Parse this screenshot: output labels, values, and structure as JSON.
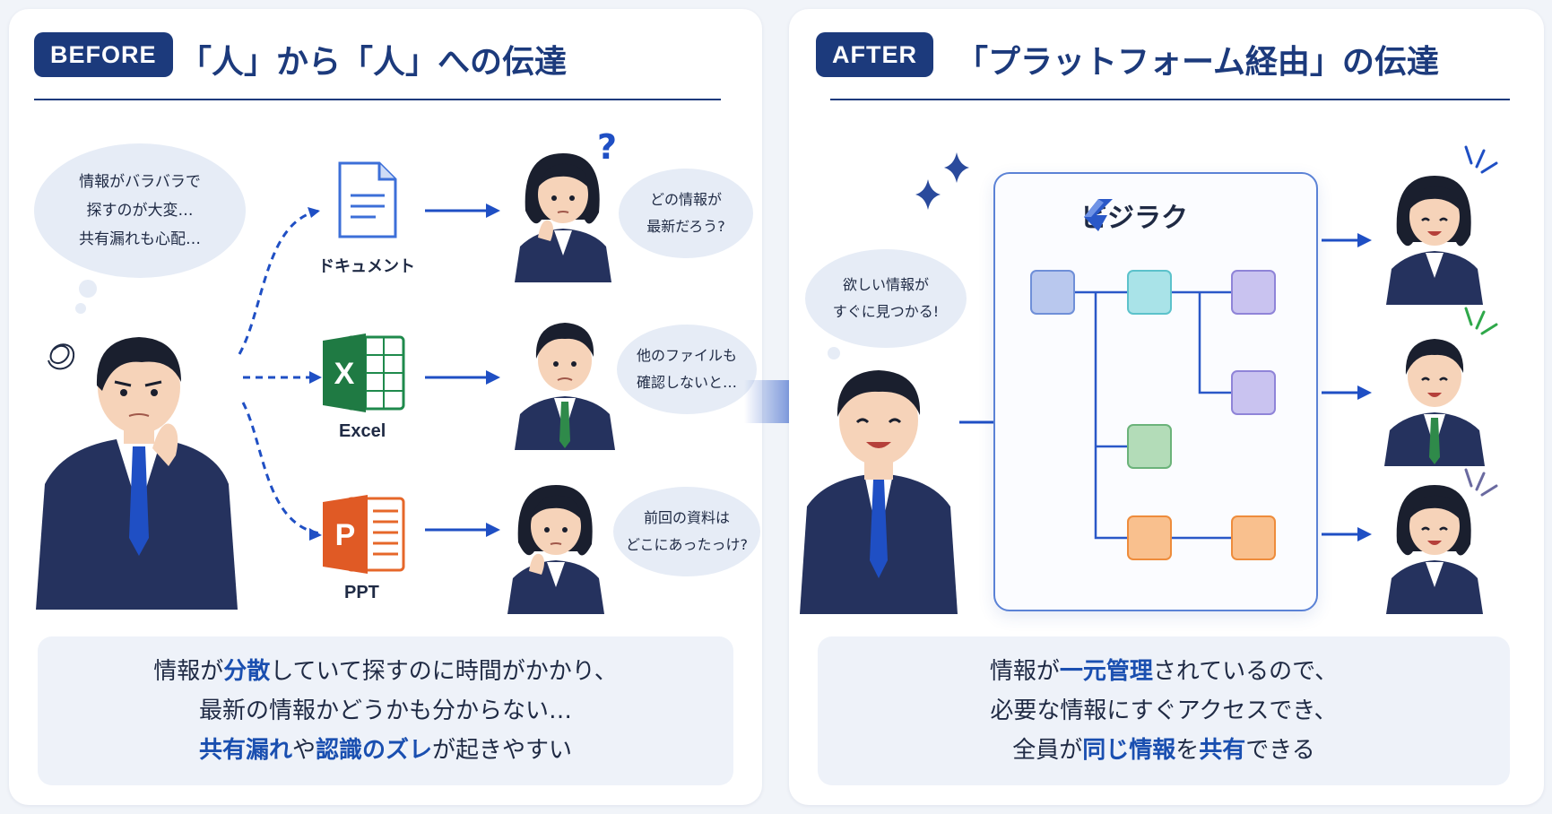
{
  "before": {
    "badge": "BEFORE",
    "title": "「人」から「人」への伝達",
    "thought": [
      "情報がバラバラで",
      "探すのが大変…",
      "共有漏れも心配…"
    ],
    "files": [
      {
        "label": "ドキュメント",
        "icon": "document-icon"
      },
      {
        "label": "Excel",
        "icon": "excel-icon"
      },
      {
        "label": "PPT",
        "icon": "powerpoint-icon"
      }
    ],
    "speech": [
      [
        "どの情報が",
        "最新だろう?"
      ],
      [
        "他のファイルも",
        "確認しないと…"
      ],
      [
        "前回の資料は",
        "どこにあったっけ?"
      ]
    ],
    "question_mark": "?",
    "summary": {
      "line1": [
        "情報が",
        "分散",
        "していて探すのに時間がかかり、"
      ],
      "line2": "最新の情報かどうかも分からない…",
      "line3": [
        "共有漏れ",
        "や",
        "認識のズレ",
        "が起きやすい"
      ]
    }
  },
  "after": {
    "badge": "AFTER",
    "title": "「プラットフォーム経由」の伝達",
    "speech": [
      "欲しい情報が",
      "すぐに見つかる!"
    ],
    "brand": "ビジラク",
    "summary": {
      "line1": [
        "情報が",
        "一元管理",
        "されているので、"
      ],
      "line2": "必要な情報にすぐアクセスでき、",
      "line3": [
        "全員が",
        "同じ情報",
        "を",
        "共有",
        "できる"
      ]
    }
  },
  "colors": {
    "navy": "#1c3a7c",
    "accent_blue": "#1a4fb0",
    "node_blue": "#b9c8ee",
    "node_teal": "#a9e3e8",
    "node_purple": "#c9c3f0",
    "node_green": "#b3dcb8",
    "node_orange": "#f9c08e"
  }
}
